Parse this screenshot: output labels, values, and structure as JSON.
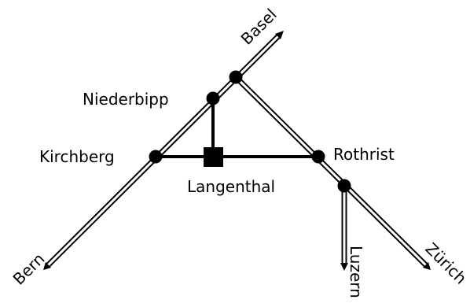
{
  "colors": {
    "line": "#000000",
    "background": "#ffffff"
  },
  "places": {
    "basel": "Basel",
    "bern": "Bern",
    "zurich": "Zürich",
    "luzern": "Luzern",
    "niederbipp": "Niederbipp",
    "kirchberg": "Kirchberg",
    "rothrist": "Rothrist",
    "langenthal": "Langenthal"
  }
}
